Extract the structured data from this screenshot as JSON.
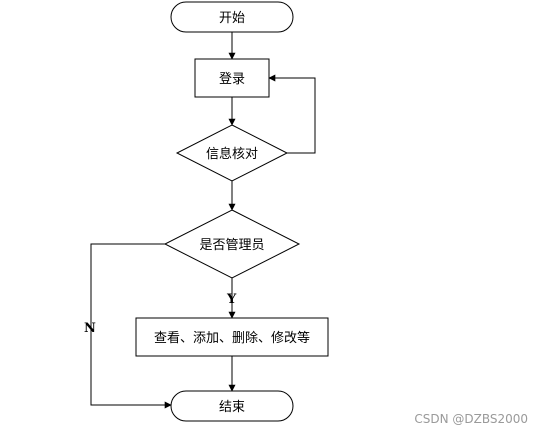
{
  "diagram": {
    "nodes": {
      "start": "开始",
      "login": "登录",
      "verify": "信息核对",
      "is_admin": "是否管理员",
      "actions": "查看、添加、删除、修改等",
      "end": "结束"
    },
    "edge_labels": {
      "yes": "Y",
      "no": "N"
    }
  },
  "watermark": "CSDN @DZBS2000"
}
